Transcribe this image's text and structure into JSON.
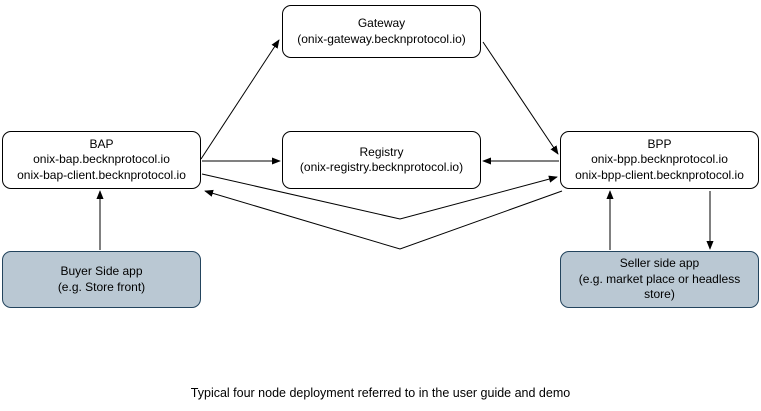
{
  "diagram": {
    "caption": "Typical four node deployment referred to in the user guide and demo",
    "colors": {
      "node_fill": "#ffffff",
      "node_border": "#000000",
      "app_node_fill": "#bac8d3",
      "app_node_border": "#23445d",
      "arrow": "#000000",
      "background": "#ffffff",
      "text": "#000000"
    },
    "nodes": {
      "gateway": {
        "lines": [
          "Gateway",
          "(onix-gateway.becknprotocol.io)"
        ]
      },
      "bap": {
        "lines": [
          "BAP",
          "onix-bap.becknprotocol.io",
          "onix-bap-client.becknprotocol.io"
        ]
      },
      "registry": {
        "lines": [
          "Registry",
          "(onix-registry.becknprotocol.io)"
        ]
      },
      "bpp": {
        "lines": [
          "BPP",
          "onix-bpp.becknprotocol.io",
          "onix-bpp-client.becknprotocol.io"
        ]
      },
      "buyer_app": {
        "lines": [
          "Buyer Side app",
          "(e.g. Store front)"
        ]
      },
      "seller_app": {
        "lines": [
          "Seller side app",
          "(e.g. market place or headless store)"
        ]
      }
    },
    "edges": [
      {
        "from": "bap",
        "to": "gateway",
        "direction": "one-way"
      },
      {
        "from": "bap",
        "to": "registry",
        "direction": "one-way"
      },
      {
        "from": "gateway",
        "to": "bpp",
        "direction": "one-way"
      },
      {
        "from": "bpp",
        "to": "registry",
        "direction": "one-way"
      },
      {
        "from": "bap",
        "to": "bpp",
        "direction": "one-way"
      },
      {
        "from": "bpp",
        "to": "bap",
        "direction": "one-way"
      },
      {
        "from": "buyer_app",
        "to": "bap",
        "direction": "one-way"
      },
      {
        "from": "seller_app",
        "to": "bpp",
        "direction": "one-way"
      },
      {
        "from": "bpp",
        "to": "seller_app",
        "direction": "one-way"
      }
    ]
  }
}
